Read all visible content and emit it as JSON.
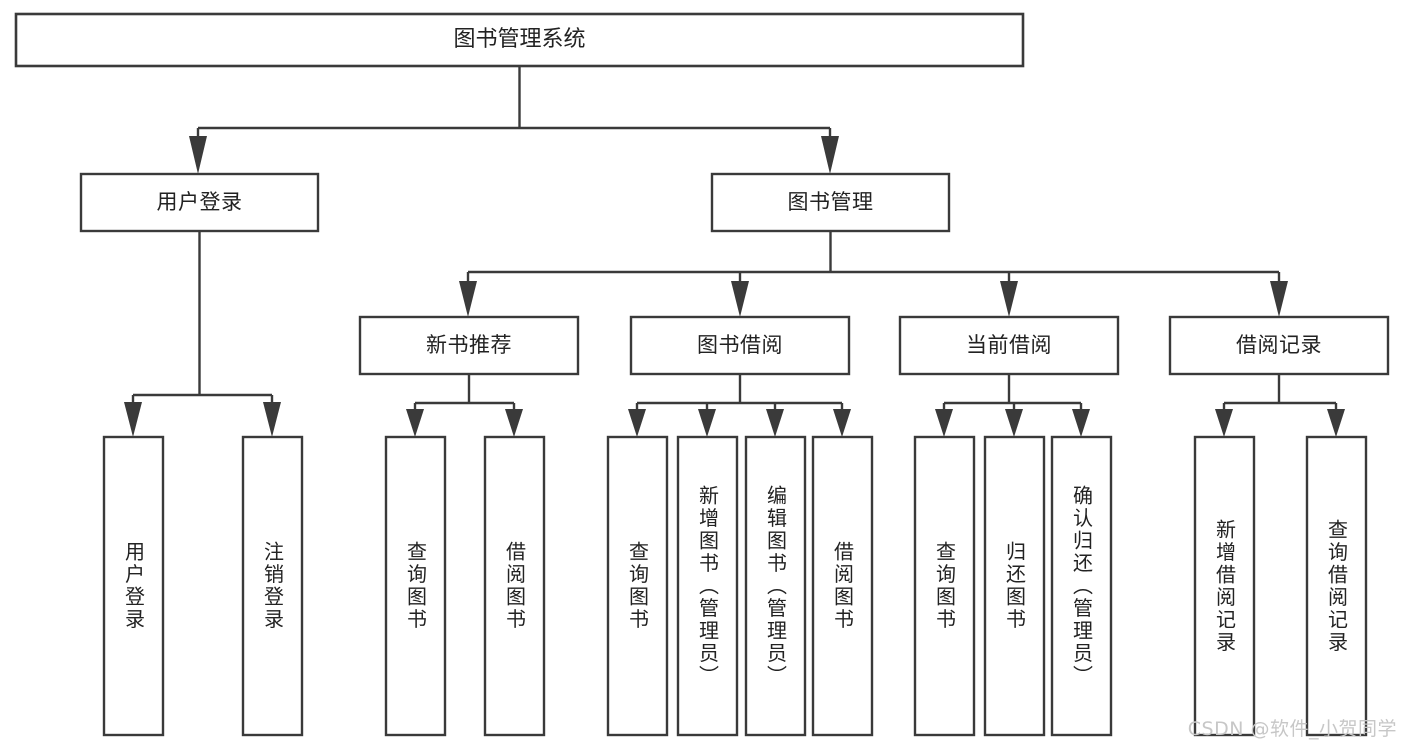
{
  "diagram": {
    "title": "图书管理系统",
    "watermark": "CSDN @软件_小贺同学",
    "colors": {
      "stroke": "#3a3a3a",
      "fill": "#ffffff",
      "text": "#222222",
      "watermark": "#c7c7c7"
    },
    "levels": {
      "root": {
        "label": "图书管理系统"
      },
      "level2": [
        {
          "label": "用户登录"
        },
        {
          "label": "图书管理"
        }
      ],
      "level3": [
        {
          "label": "新书推荐"
        },
        {
          "label": "图书借阅"
        },
        {
          "label": "当前借阅"
        },
        {
          "label": "借阅记录"
        }
      ],
      "leaves": [
        {
          "label": "用户登录",
          "parent": "用户登录"
        },
        {
          "label": "注销登录",
          "parent": "用户登录"
        },
        {
          "label": "查询图书",
          "parent": "新书推荐"
        },
        {
          "label": "借阅图书",
          "parent": "新书推荐"
        },
        {
          "label": "查询图书",
          "parent": "图书借阅"
        },
        {
          "label": "新增图书（管理员）",
          "parent": "图书借阅"
        },
        {
          "label": "编辑图书（管理员）",
          "parent": "图书借阅"
        },
        {
          "label": "借阅图书",
          "parent": "图书借阅"
        },
        {
          "label": "查询图书",
          "parent": "当前借阅"
        },
        {
          "label": "归还图书",
          "parent": "当前借阅"
        },
        {
          "label": "确认归还（管理员）",
          "parent": "当前借阅"
        },
        {
          "label": "新增借阅记录",
          "parent": "借阅记录"
        },
        {
          "label": "查询借阅记录",
          "parent": "借阅记录"
        }
      ]
    }
  }
}
